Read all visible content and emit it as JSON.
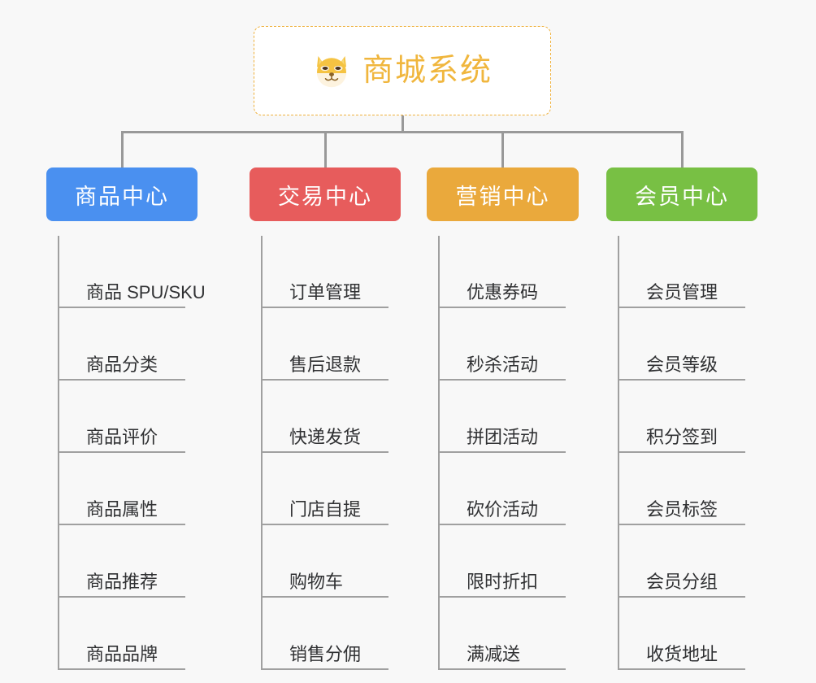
{
  "page": {
    "background_color": "#f8f8f8",
    "line_color": "#999999"
  },
  "root": {
    "title": "商城系统",
    "icon": "shiba-dog-icon",
    "border_color": "#efb13c",
    "text_color": "#f0b63d"
  },
  "categories": [
    {
      "label": "商品中心",
      "color": "#4a90f0",
      "items": [
        "商品 SPU/SKU",
        "商品分类",
        "商品评价",
        "商品属性",
        "商品推荐",
        "商品品牌"
      ]
    },
    {
      "label": "交易中心",
      "color": "#e75c5c",
      "items": [
        "订单管理",
        "售后退款",
        "快递发货",
        "门店自提",
        "购物车",
        "销售分佣"
      ]
    },
    {
      "label": "营销中心",
      "color": "#eaa93c",
      "items": [
        "优惠券码",
        "秒杀活动",
        "拼团活动",
        "砍价活动",
        "限时折扣",
        "满减送"
      ]
    },
    {
      "label": "会员中心",
      "color": "#78c044",
      "items": [
        "会员管理",
        "会员等级",
        "积分签到",
        "会员标签",
        "会员分组",
        "收货地址"
      ]
    }
  ]
}
